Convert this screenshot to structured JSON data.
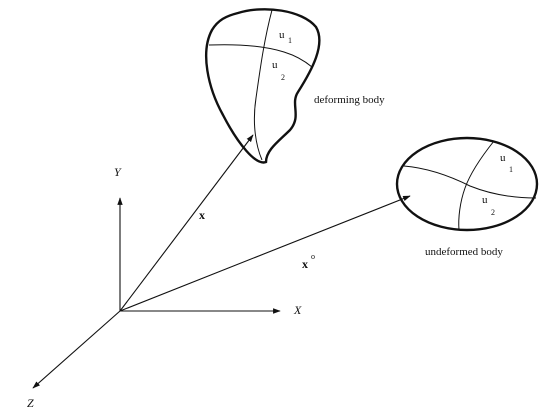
{
  "axes": {
    "x_label": "X",
    "y_label": "Y",
    "z_label": "Z"
  },
  "vectors": {
    "deformed_position": "x",
    "undeformed_position": "x",
    "undeformed_superscript": "o"
  },
  "deforming_body": {
    "label": "deforming body",
    "coord1": "u",
    "coord1_sub": "1",
    "coord2": "u",
    "coord2_sub": "2"
  },
  "undeformed_body": {
    "label": "undeformed body",
    "coord1": "u",
    "coord1_sub": "1",
    "coord2": "u",
    "coord2_sub": "2"
  }
}
